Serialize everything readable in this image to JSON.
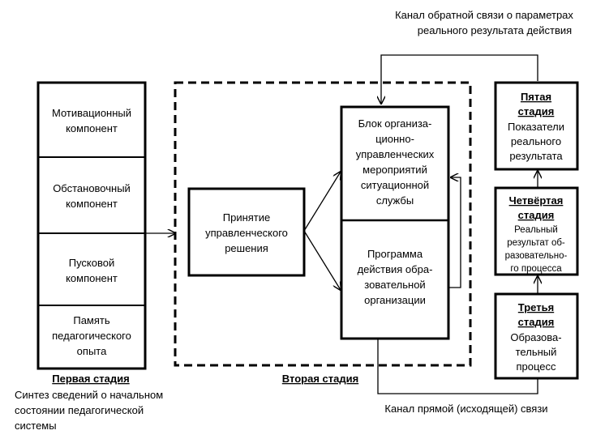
{
  "feedback_channel": {
    "line1": "Канал обратной связи о параметрах",
    "line2": "реального результата действия"
  },
  "forward_channel": {
    "label": "Канал прямой (исходящей) связи"
  },
  "first_stage": {
    "components": [
      {
        "lines": [
          "Мотивационный",
          "компонент"
        ]
      },
      {
        "lines": [
          "Обстановочный",
          "компонент"
        ]
      },
      {
        "lines": [
          "Пусковой",
          "компонент"
        ]
      },
      {
        "lines": [
          "Память",
          "педагогического",
          "опыта"
        ]
      }
    ],
    "title": "Первая стадия",
    "description": [
      "Синтез сведений о начальном",
      "состоянии педагогической",
      "системы"
    ]
  },
  "second_stage": {
    "title": "Вторая стадия",
    "decision": [
      "Принятие",
      "управленческого",
      "решения"
    ],
    "block": [
      "Блок организа-",
      "ционно-",
      "управленческих",
      "мероприятий",
      "ситуационной",
      "службы"
    ],
    "program": [
      "Программа",
      "действия обра-",
      "зовательной",
      "организации"
    ]
  },
  "fifth_stage": {
    "title": [
      "Пятая",
      "стадия"
    ],
    "text": [
      "Показатели",
      "реального",
      "результата"
    ]
  },
  "fourth_stage": {
    "title": [
      "Четвёртая",
      "стадия"
    ],
    "text": [
      "Реальный",
      "результат об-",
      "разовательно-",
      "го процесса"
    ]
  },
  "third_stage": {
    "title": [
      "Третья",
      "стадия"
    ],
    "text": [
      "Образова-",
      "тельный",
      "процесс"
    ]
  }
}
